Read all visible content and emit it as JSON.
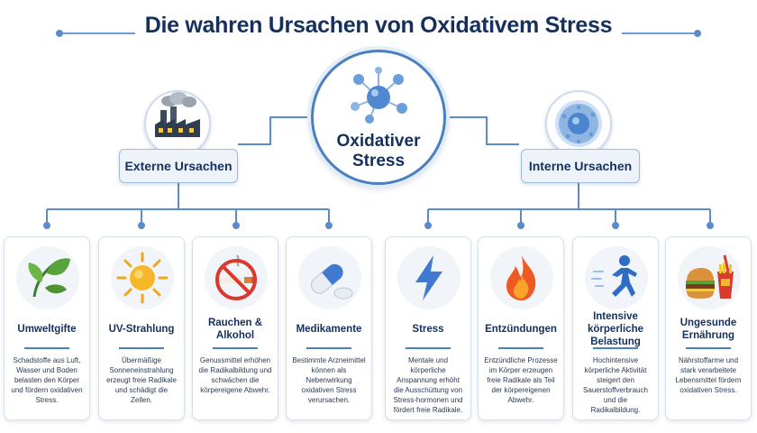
{
  "title": "Die wahren Ursachen von Oxidativem Stress",
  "center": {
    "label": "Oxidativer\nStress",
    "icon": "molecule-icon"
  },
  "colors": {
    "accent": "#4a7fc0",
    "title": "#15305c",
    "box_fill": "#eef3fa"
  },
  "categories": [
    {
      "label": "Externe Ursachen",
      "icon": "factory-icon"
    },
    {
      "label": "Interne Ursachen",
      "icon": "cell-icon"
    }
  ],
  "cards": [
    {
      "title": "Umweltgifte",
      "icon": "leaf-icon",
      "description": "Schadstoffe aus Luft, Wasser und Boden belasten den Körper und fördern oxidativen Stress."
    },
    {
      "title": "UV-Strahlung",
      "icon": "sun-icon",
      "description": "Übermäßige Sonneneinstrahlung erzeugt freie Radikale und schädigt die Zellen."
    },
    {
      "title": "Rauchen & Alkohol",
      "icon": "no-smoking-icon",
      "description": "Genussmittel erhöhen die Radikalbildung und schwächen die körpereigene Abwehr."
    },
    {
      "title": "Medikamente",
      "icon": "pill-icon",
      "description": "Bestimmte Arzneimittel können als Nebenwirkung oxidativen Stress verursachen."
    },
    {
      "title": "Stress",
      "icon": "lightning-icon",
      "description": "Mentale und körperliche Anspannung erhöht die Ausschüttung von Stress-hormonen und fördert freie Radikale."
    },
    {
      "title": "Entzündungen",
      "icon": "flame-icon",
      "description": "Entzündliche Prozesse im Körper erzeugen freie Radikale als Teil der körpereigenen Abwehr."
    },
    {
      "title": "Intensive körperliche Belastung",
      "icon": "runner-icon",
      "description": "Hochintensive körperliche Aktivität steigert den Sauerstoffverbrauch und die Radikalbildung."
    },
    {
      "title": "Ungesunde Ernährung",
      "icon": "fast-food-icon",
      "description": "Nährstoffarme und stark verarbeitete Lebensmittel fördern oxidativen Stress."
    }
  ]
}
